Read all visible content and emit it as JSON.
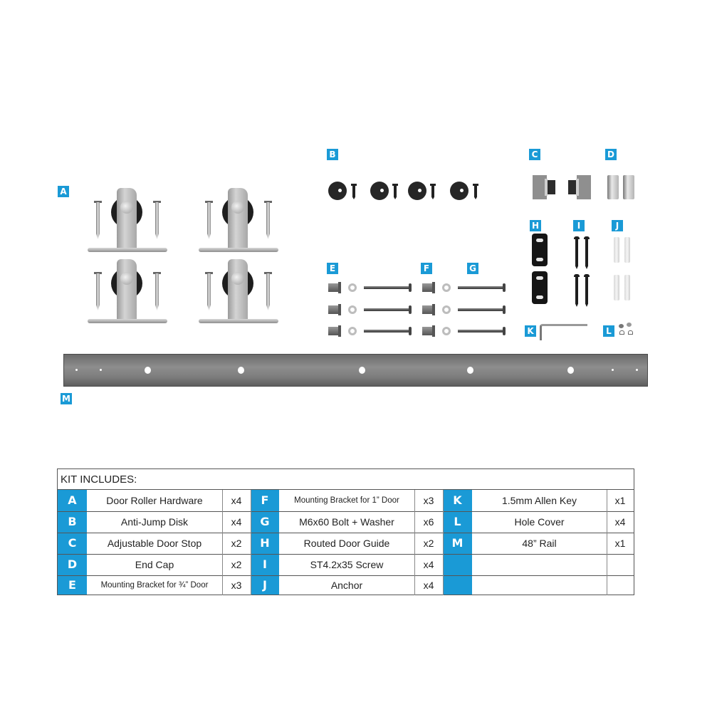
{
  "labels": {
    "A": "A",
    "B": "B",
    "C": "C",
    "D": "D",
    "E": "E",
    "F": "F",
    "G": "G",
    "H": "H",
    "I": "I",
    "J": "J",
    "K": "K",
    "L": "L",
    "M": "M"
  },
  "colors": {
    "accent_blue": "#1a9ad6",
    "rail_gray": "#7a7a7a",
    "border": "#555555"
  },
  "kit": {
    "title": "KIT INCLUDES:",
    "rows": [
      [
        {
          "letter": "A",
          "name": "Door Roller Hardware",
          "qty": "x4"
        },
        {
          "letter": "F",
          "name": "Mounting Bracket for 1” Door",
          "qty": "x3"
        },
        {
          "letter": "K",
          "name": "1.5mm Allen Key",
          "qty": "x1"
        }
      ],
      [
        {
          "letter": "B",
          "name": "Anti-Jump Disk",
          "qty": "x4"
        },
        {
          "letter": "G",
          "name": "M6x60 Bolt + Washer",
          "qty": "x6"
        },
        {
          "letter": "L",
          "name": "Hole Cover",
          "qty": "x4"
        }
      ],
      [
        {
          "letter": "C",
          "name": "Adjustable Door Stop",
          "qty": "x2"
        },
        {
          "letter": "H",
          "name": "Routed Door Guide",
          "qty": "x2"
        },
        {
          "letter": "M",
          "name": "48” Rail",
          "qty": "x1"
        }
      ],
      [
        {
          "letter": "D",
          "name": "End Cap",
          "qty": "x2"
        },
        {
          "letter": "I",
          "name": "ST4.2x35 Screw",
          "qty": "x4"
        },
        {
          "letter": "",
          "name": "",
          "qty": ""
        }
      ],
      [
        {
          "letter": "E",
          "name": "Mounting Bracket for ¾” Door",
          "qty": "x3"
        },
        {
          "letter": "J",
          "name": "Anchor",
          "qty": "x4"
        },
        {
          "letter": "",
          "name": "",
          "qty": ""
        }
      ]
    ]
  }
}
